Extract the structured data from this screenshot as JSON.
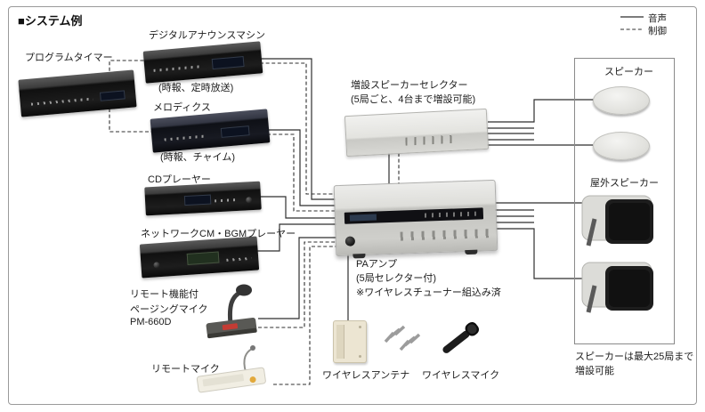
{
  "title": "■システム例",
  "legend": {
    "audio": "音声",
    "control": "制御"
  },
  "nodes": {
    "program_timer": {
      "label": "プログラムタイマー"
    },
    "announce_machine": {
      "label": "デジタルアナウンスマシン",
      "note": "(時報、定時放送)"
    },
    "melodix": {
      "label": "メロディクス",
      "note": "(時報、チャイム)"
    },
    "cd_player": {
      "label": "CDプレーヤー"
    },
    "network_player": {
      "label": "ネットワークCM・BGMプレーヤー"
    },
    "paging_mic": {
      "label_line1": "リモート機能付",
      "label_line2": "ページングマイク",
      "label_line3": "PM-660D"
    },
    "remote_mic": {
      "label": "リモートマイク"
    },
    "speaker_selector": {
      "label": "増設スピーカーセレクター",
      "note": "(5局ごと、4台まで増設可能)"
    },
    "pa_amp": {
      "label": "PAアンプ",
      "note1": "(5局セレクター付)",
      "note2": "※ワイヤレスチューナー組込み済"
    },
    "ceiling_speakers": {
      "label": "スピーカー"
    },
    "outdoor_speakers": {
      "label": "屋外スピーカー"
    },
    "speaker_note": {
      "line1": "スピーカーは最大25局まで",
      "line2": "増設可能"
    },
    "wireless_antenna": {
      "label": "ワイヤレスアンテナ"
    },
    "wireless_mic": {
      "label": "ワイヤレスマイク"
    }
  },
  "colors": {
    "audio_line": "#2f2f2f",
    "control_line": "#2f2f2f",
    "frame_border": "#9a9a9a",
    "speaker_box_border": "#8a8a8a"
  }
}
